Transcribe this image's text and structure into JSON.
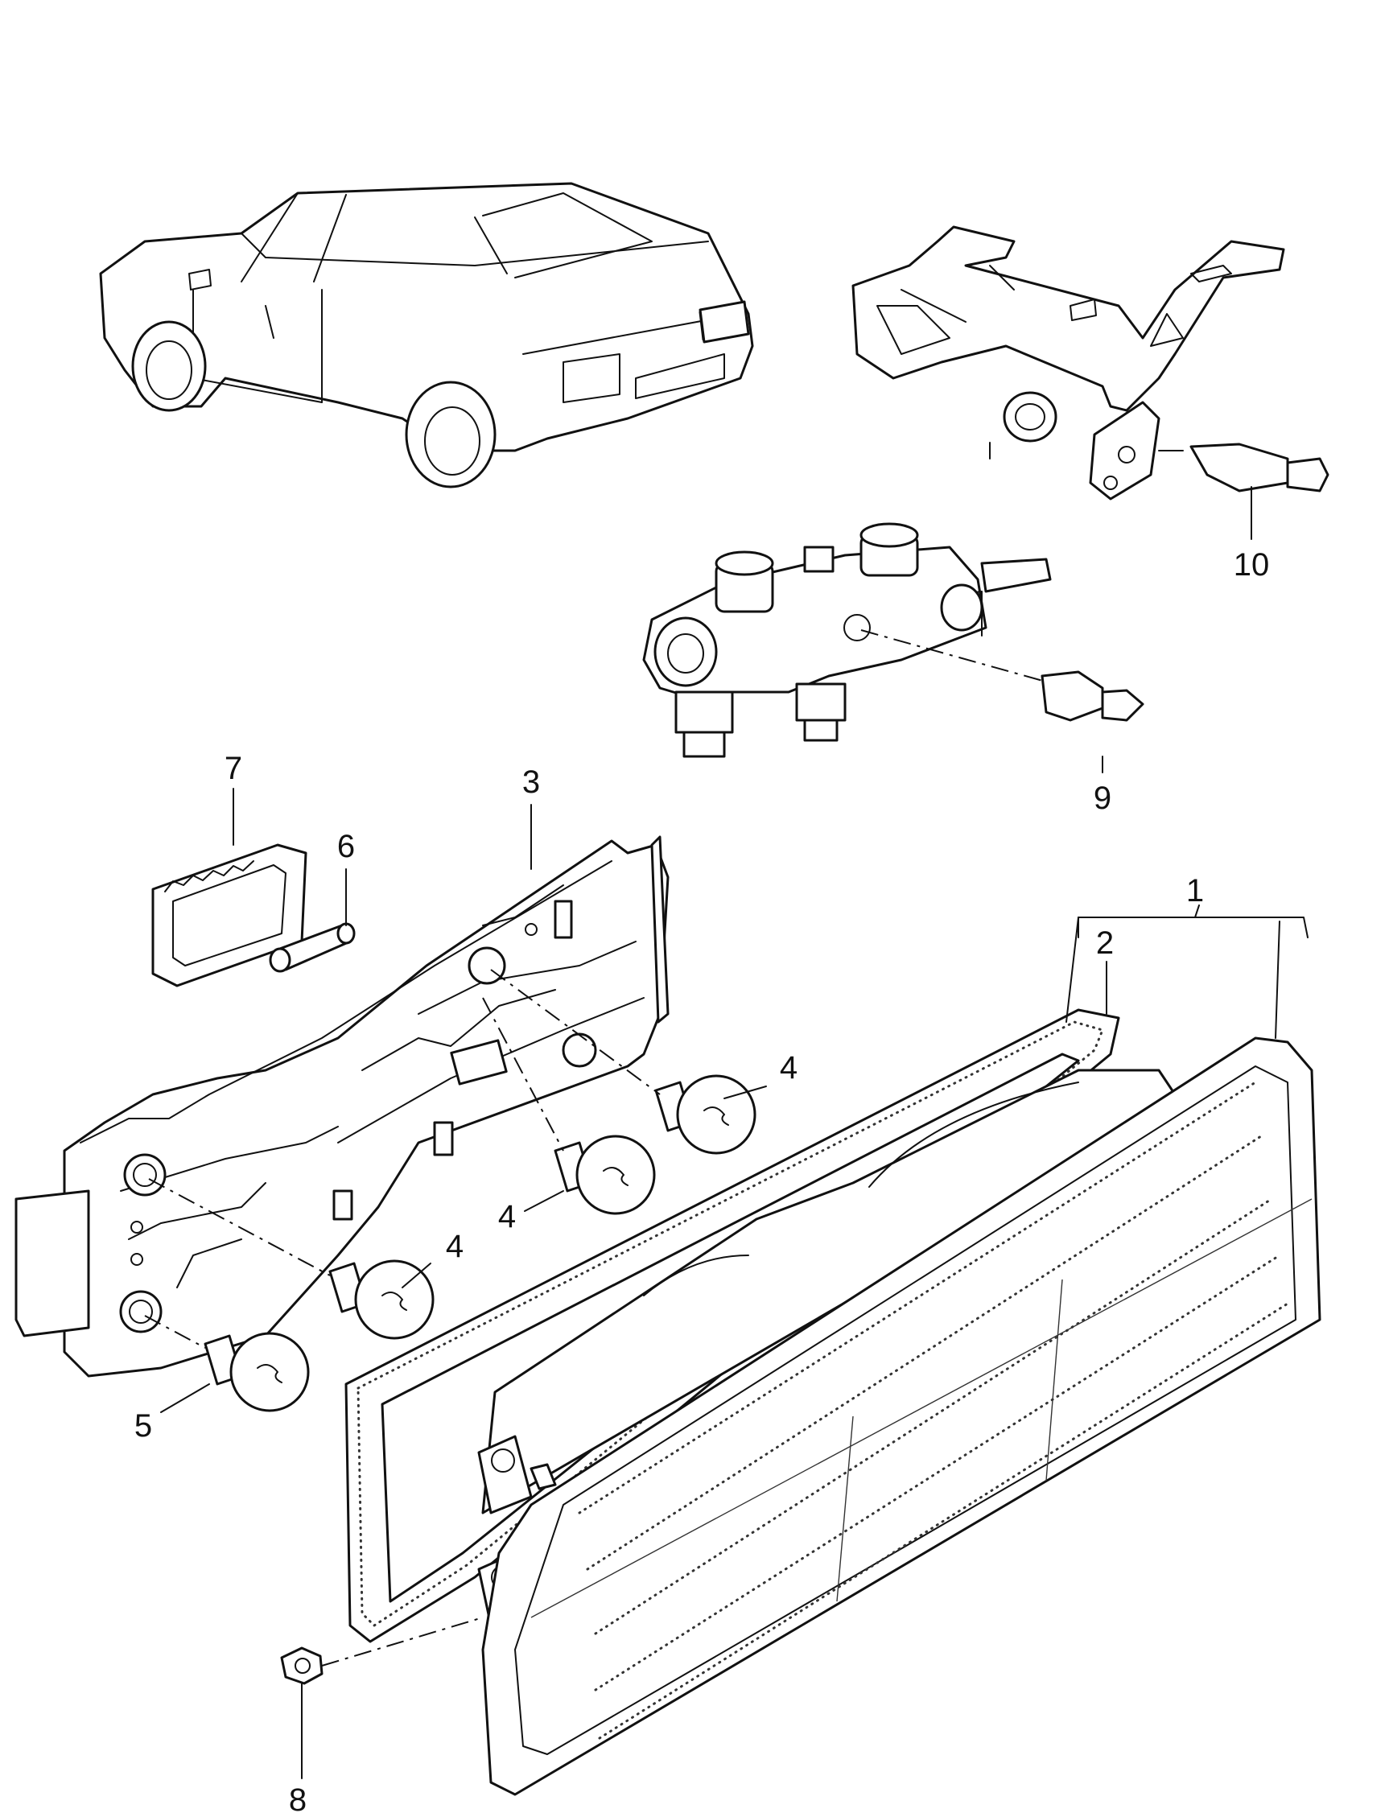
{
  "callouts": [
    {
      "id": "1",
      "label": "1"
    },
    {
      "id": "2",
      "label": "2"
    },
    {
      "id": "3",
      "label": "3"
    },
    {
      "id": "4a",
      "label": "4"
    },
    {
      "id": "4b",
      "label": "4"
    },
    {
      "id": "4c",
      "label": "4"
    },
    {
      "id": "5",
      "label": "5"
    },
    {
      "id": "6",
      "label": "6"
    },
    {
      "id": "7",
      "label": "7"
    },
    {
      "id": "8",
      "label": "8"
    },
    {
      "id": "9",
      "label": "9"
    },
    {
      "id": "10",
      "label": "10"
    }
  ]
}
